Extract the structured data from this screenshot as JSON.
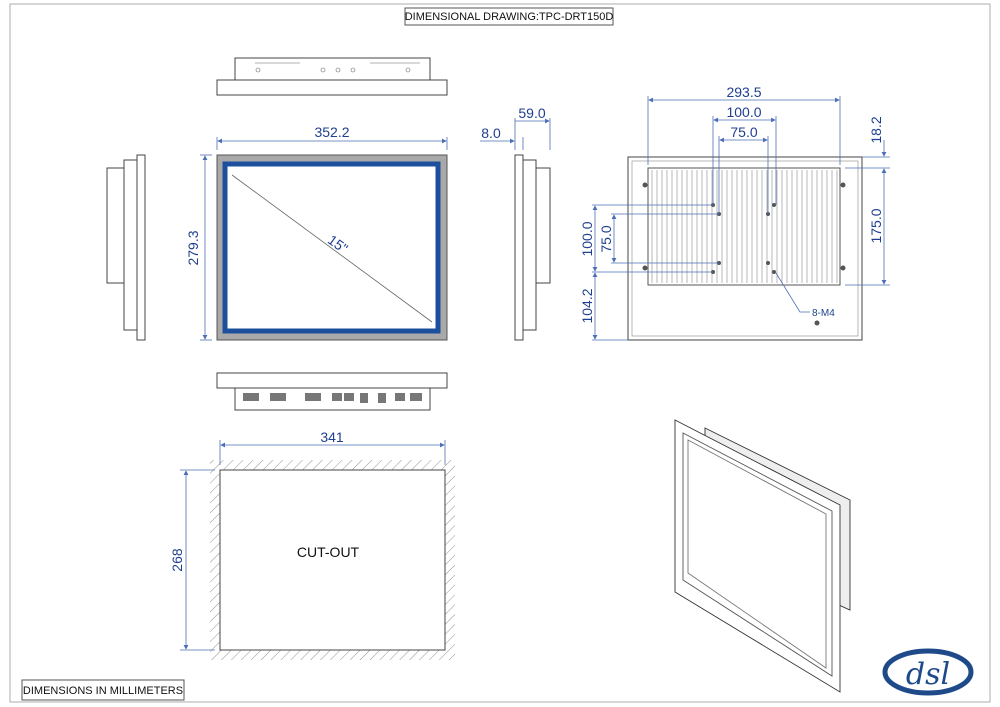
{
  "title": "DIMENSIONAL DRAWING:TPC-DRT150D",
  "footer_note": "DIMENSIONS IN MILLIMETERS",
  "logo_text": "dsl",
  "front_view": {
    "width": "352.2",
    "height": "279.3",
    "diagonal": "15\""
  },
  "side_view": {
    "bezel": "8.0",
    "depth": "59.0"
  },
  "back_view": {
    "width": "293.5",
    "vesa_h_outer": "100.0",
    "vesa_h_inner": "75.0",
    "top_offset": "18.2",
    "height": "175.0",
    "vesa_v_outer": "100.0",
    "vesa_v_inner": "75.0",
    "bottom_offset": "104.2",
    "screw_label": "8-M4"
  },
  "cutout": {
    "width": "341",
    "height": "268",
    "label": "CUT-OUT"
  },
  "colors": {
    "dimension": "#1f3f8f",
    "screen_border": "#1c4f9c",
    "bezel": "#a9a9a9",
    "logo": "#1f4a8a"
  }
}
